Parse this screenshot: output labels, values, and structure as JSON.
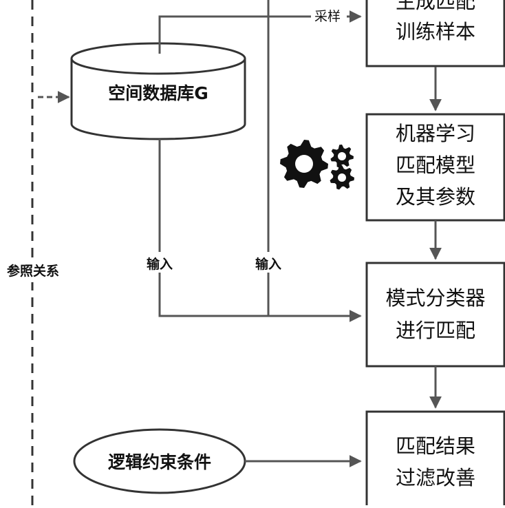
{
  "diagram": {
    "nodes": {
      "spatial_db": {
        "label": "空间数据库G"
      },
      "generate_samples": {
        "lines": [
          "生成匹配",
          "训练样本"
        ]
      },
      "ml_model": {
        "lines": [
          "机器学习",
          "匹配模型",
          "及其参数"
        ]
      },
      "classifier": {
        "lines": [
          "模式分类器",
          "进行匹配"
        ]
      },
      "filter_results": {
        "lines": [
          "匹配结果",
          "过滤改善"
        ]
      },
      "logic_constraints": {
        "label": "逻辑约束条件"
      }
    },
    "edge_labels": {
      "sampling": "采样",
      "input_left": "输入",
      "input_right": "输入",
      "reference": "参照关系"
    },
    "icons": [
      "gears-icon"
    ]
  }
}
